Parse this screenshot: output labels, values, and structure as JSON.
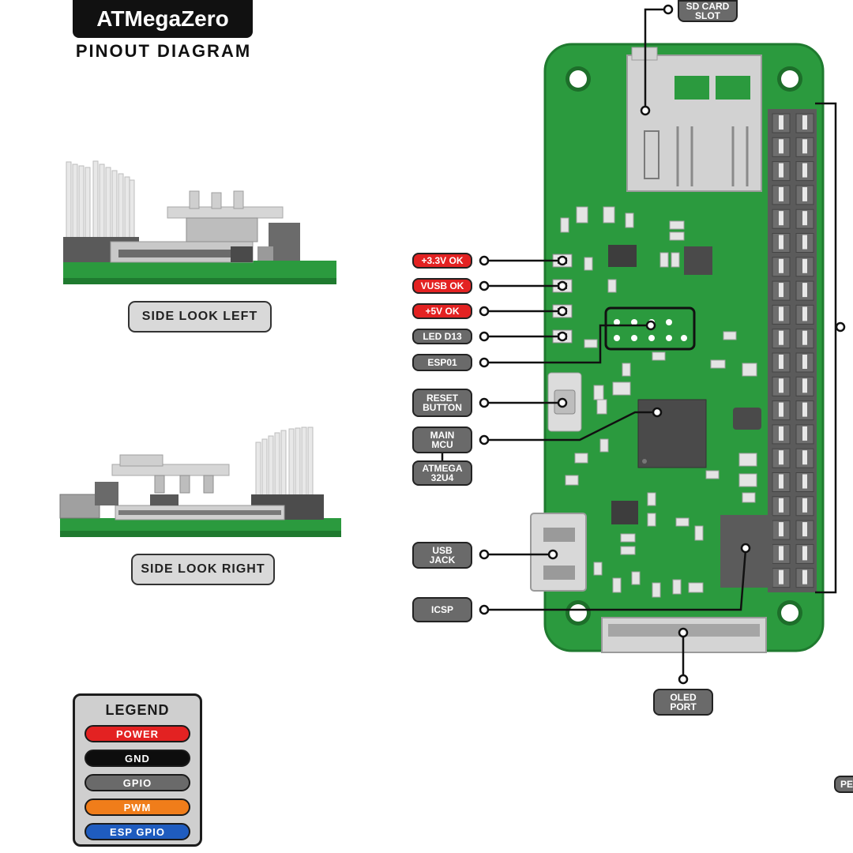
{
  "header": {
    "title": "ATMegaZero",
    "subtitle": "PINOUT DIAGRAM"
  },
  "views": {
    "left_label": "SIDE LOOK LEFT",
    "right_label": "SIDE LOOK RIGHT"
  },
  "callouts": {
    "sd_card": "SD CARD\nSLOT",
    "led_3v3": "+3.3V  OK",
    "led_vusb": "VUSB  OK",
    "led_5v": "+5V  OK",
    "led_d13": "LED  D13",
    "esp01": "ESP01",
    "reset": "RESET\nBUTTON",
    "main_mcu": "MAIN\nMCU",
    "atmega": "ATMEGA\n32U4",
    "usb_jack": "USB\nJACK",
    "icsp": "ICSP",
    "oled_port": "OLED\nPORT",
    "edge_partial": "PE"
  },
  "legend": {
    "title": "LEGEND",
    "items": [
      {
        "label": "POWER",
        "color": "#e32222"
      },
      {
        "label": "GND",
        "color": "#0d0d0d"
      },
      {
        "label": "GPIO",
        "color": "#6a6a6a"
      },
      {
        "label": "PWM",
        "color": "#f07d1a"
      },
      {
        "label": "ESP GPIO",
        "color": "#1f5cbf"
      }
    ]
  },
  "colors": {
    "board": "#2b9a3e",
    "board_dark": "#1f7a2f"
  }
}
